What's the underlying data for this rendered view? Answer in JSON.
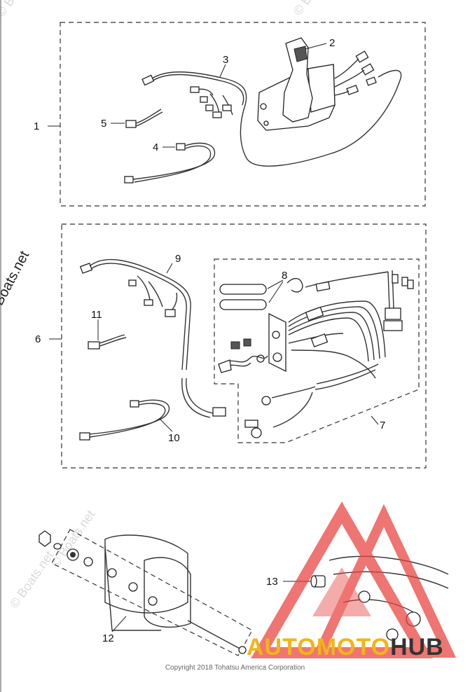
{
  "callouts": {
    "c1": "1",
    "c2": "2",
    "c3": "3",
    "c4": "4",
    "c5": "5",
    "c6": "6",
    "c7": "7",
    "c8": "8",
    "c9": "9",
    "c10": "10",
    "c11": "11",
    "c12": "12",
    "c13": "13"
  },
  "watermark_side": "© Boats.net",
  "watermark_faint": "© Boats.net",
  "copyright": "Copyright 2018 Tohatsu America Corporation",
  "brand": {
    "part1": "AUTOMOTO",
    "part2": "HUB",
    "color_red": "#e8413d",
    "color_gold": "#f2b41b"
  }
}
